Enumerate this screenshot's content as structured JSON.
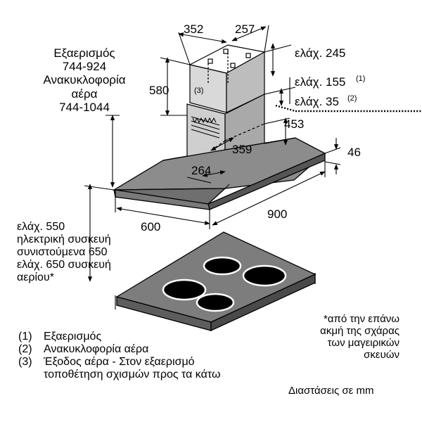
{
  "dimensions": {
    "d352": "352",
    "d257": "257",
    "d580": "580",
    "min245": "ελάχ. 245",
    "min155": "ελάχ. 155",
    "min155_note": "(1)",
    "min35": "ελάχ. 35",
    "min35_note": "(2)",
    "d453": "453",
    "d46": "46",
    "d359": "359",
    "d264": "264",
    "d900": "900",
    "d600": "600",
    "callout3": "(3)"
  },
  "height_block": {
    "lines": [
      "Εξαερισμός",
      "744-924",
      "Ανακυκλοφορία",
      "αέρα",
      "744-1044"
    ]
  },
  "clearance_block": {
    "lines": [
      "ελάχ. 550",
      "ηλεκτρική συσκευή",
      "συνιστούμενα 650",
      "ελάχ. 650 συσκευή",
      "αερίου*"
    ]
  },
  "footnote": {
    "lines": [
      "*από την επάνω",
      "ακμή της σχάρας",
      "των μαγειρικών",
      "σκευών"
    ]
  },
  "legend": [
    {
      "num": "(1)",
      "text": "Εξαερισμός"
    },
    {
      "num": "(2)",
      "text": "Ανακυκλοφορία αέρα"
    },
    {
      "num": "(3)",
      "text": "Έξοδος αέρα - Στον εξαερισμό"
    },
    {
      "num": "",
      "text": "τοποθέτηση σχισμών προς τα κάτω"
    }
  ],
  "units_note": "Διαστάσεις σε mm"
}
